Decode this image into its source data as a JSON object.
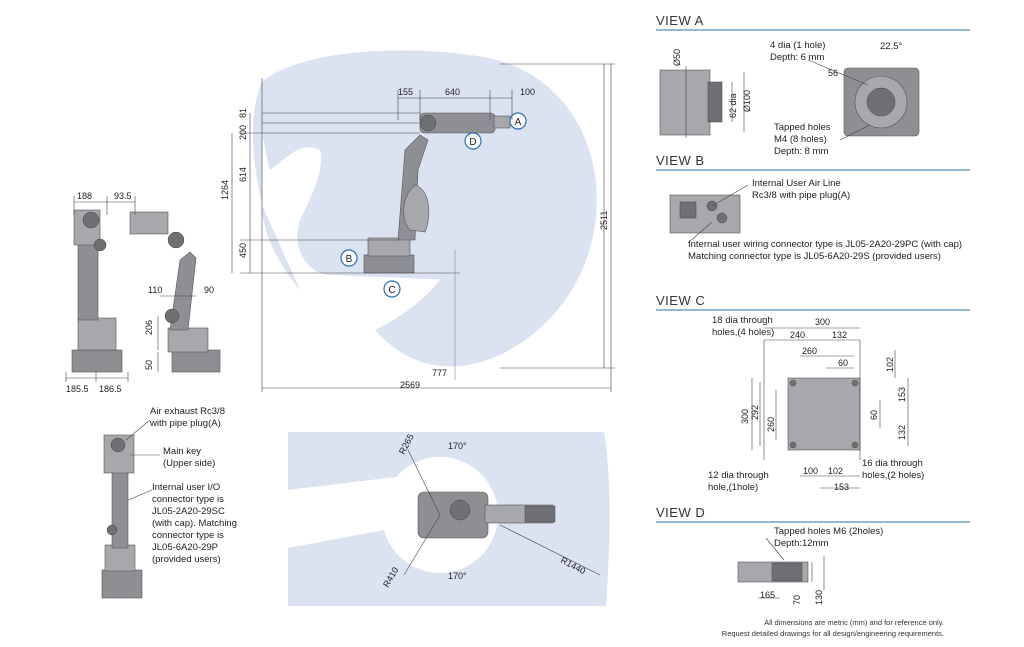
{
  "colors": {
    "work_envelope": "#dbe2f1",
    "robot": "#8e8f93",
    "accent_line": "#2a6fb8",
    "label_circle": "#2a6fb8"
  },
  "view_a": {
    "title": "VIEW A",
    "labels": {
      "dia50": "Ø50",
      "dia62": "62 dia",
      "dia100": "Ø100",
      "holes4": "4 dia (1 hole)",
      "depth6": "Depth: 6 mm",
      "angle": "22.5°",
      "r56": "56",
      "tapped1": "Tapped holes",
      "tapped2": "M4 (8 holes)",
      "tapped3": "Depth: 8 mm"
    }
  },
  "view_b": {
    "title": "VIEW B",
    "air1": "Internal User Air Line",
    "air2": "Rc3/8 with pipe plug(A)",
    "wiring1": "Internal user wiring connector type is JL05-2A20-29PC (with cap)",
    "wiring2": "Matching connector type is JL05-6A20-29S (provided users)"
  },
  "view_c": {
    "title": "VIEW C",
    "h18a": "18 dia through",
    "h18b": "holes,(4 holes)",
    "d300": "300",
    "d240": "240",
    "d132": "132",
    "d260": "260",
    "d60": "60",
    "d102": "102",
    "d153": "153",
    "d132b": "132",
    "d300v": "300",
    "d292": "292",
    "d260v": "260",
    "d60v": "60",
    "h12a": "12 dia through",
    "h12b": "hole,(1hole)",
    "h16a": "16 dia through",
    "h16b": "holes,(2 holes)",
    "d100": "100",
    "d102b": "102",
    "d153b": "153"
  },
  "view_d": {
    "title": "VIEW D",
    "tapped": "Tapped holes M6 (2holes)",
    "depth": "Depth:12mm",
    "d165": "165",
    "d70": "70",
    "d130": "130"
  },
  "side_view": {
    "d155": "155",
    "d640": "640",
    "d100": "100",
    "d81": "81",
    "d200": "200",
    "d614": "614",
    "d1264": "1264",
    "d450": "450",
    "d2511": "2511",
    "d2569": "2569",
    "d777": "777",
    "label_a": "A",
    "label_b": "B",
    "label_c": "C",
    "label_d": "D"
  },
  "small_views": {
    "d188": "188",
    "d93_5": "93.5",
    "d110": "110",
    "d90": "90",
    "d206": "206",
    "d50": "50",
    "d185_5": "185.5",
    "d186_5": "186.5"
  },
  "back_view": {
    "air1": "Air exhaust Rc3/8",
    "air2": "with pipe plug(A)",
    "key1": "Main key",
    "key2": "(Upper side)",
    "io1": "Internal user I/O",
    "io2": "connector type is",
    "io3": "JL05-2A20-29SC",
    "io4": "(with cap). Matching",
    "io5": "connector type is",
    "io6": "JL05-6A20-29P",
    "io7": "(provided users)"
  },
  "top_view": {
    "r265": "R265",
    "a170_top": "170°",
    "a170_bot": "170°",
    "r410": "R410",
    "r1440": "R1440"
  },
  "footer": {
    "line1": "All dimensions are metric (mm) and for reference only.",
    "line2": "Request detailed drawings for all design/engineering requirements."
  }
}
